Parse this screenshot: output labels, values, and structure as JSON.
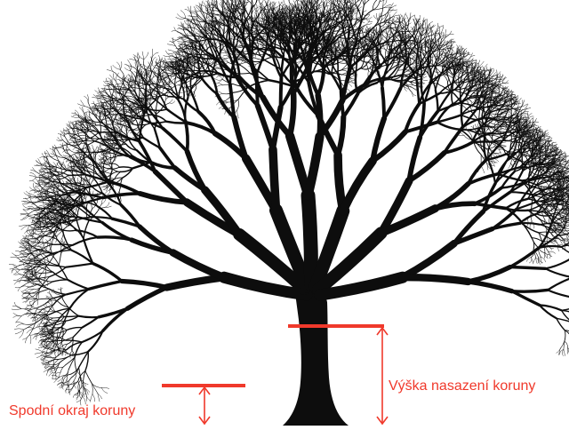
{
  "figure": {
    "subject": "tree-silhouette",
    "labels": {
      "crown_bottom_edge": "Spodní okraj koruny",
      "crown_base_height": "Výška nasazení koruny"
    },
    "colors": {
      "annotation": "#f0392b",
      "silhouette": "#0d0d0d",
      "background": "#ffffff"
    }
  }
}
